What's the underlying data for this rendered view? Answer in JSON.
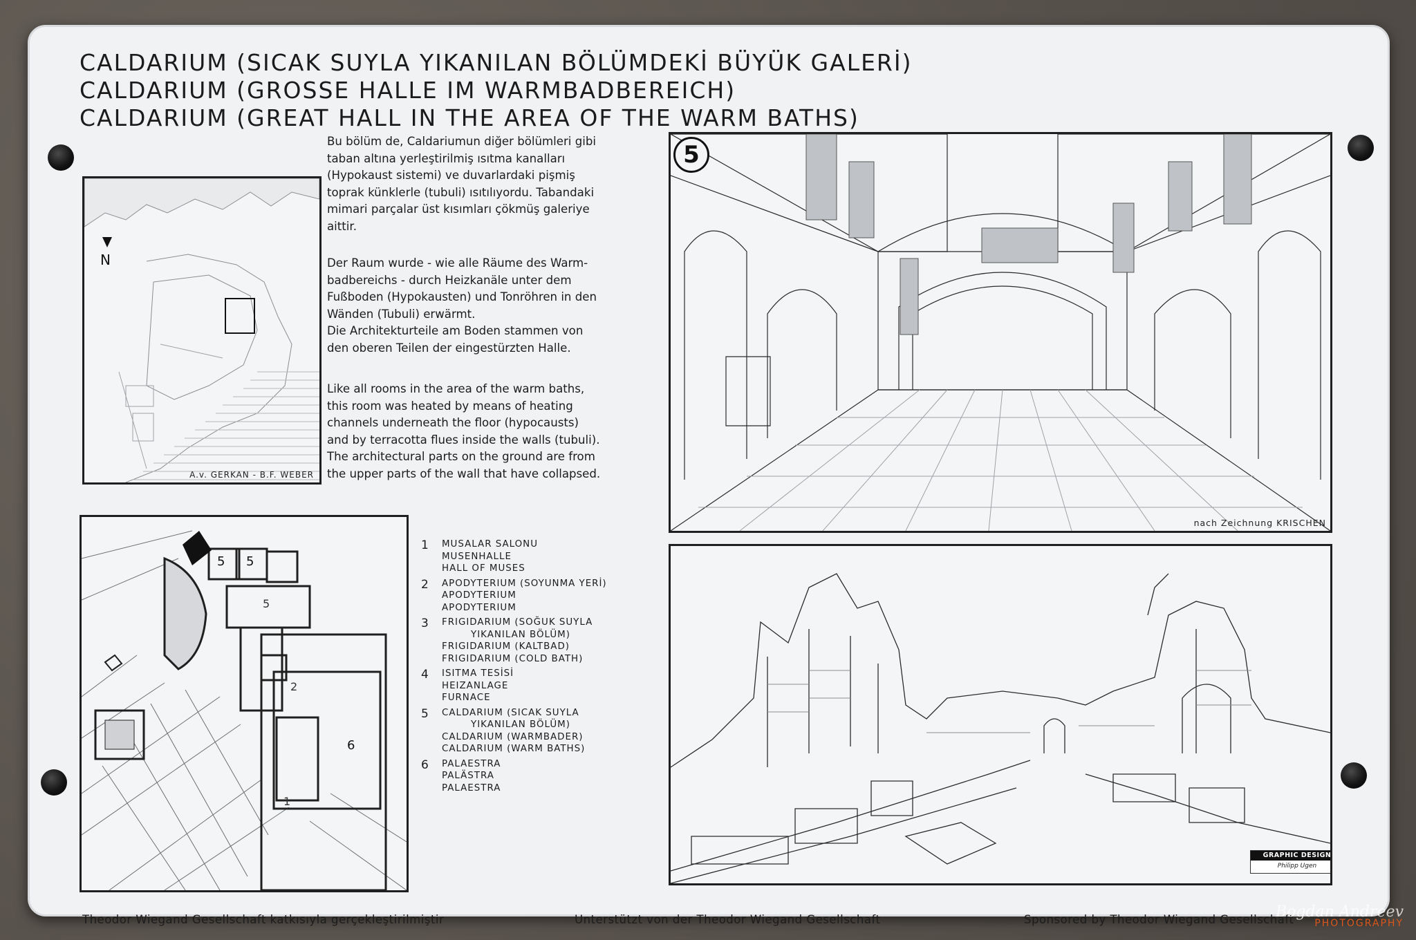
{
  "titles": {
    "turkish": "CALDARIUM (SICAK SUYLA YIKANILAN BÖLÜMDEKİ BÜYÜK GALERİ)",
    "german": "CALDARIUM (GROSSE HALLE IM WARMBADBEREICH)",
    "english": "CALDARIUM (GREAT HALL IN THE AREA OF THE WARM BATHS)"
  },
  "paragraphs": {
    "turkish": "Bu bölüm de, Caldariumun diğer bölümleri gibi\ntaban altına yerleştirilmiş ısıtma kanalları\n(Hypokaust sistemi) ve duvarlardaki pişmiş\ntoprak künklerle (tubuli) ısıtılıyordu. Tabandaki\nmimari parçalar üst kısımları çökmüş galeriye\naittir.",
    "german": "Der Raum wurde - wie alle Räume des Warm-\nbadbereichs - durch Heizkanäle unter dem\nFußboden (Hypokausten) und Tonröhren in den\nWänden (Tubuli) erwärmt.\nDie Architekturteile am Boden stammen von\nden oberen Teilen der eingestürzten Halle.",
    "english": "Like all rooms in the area of the warm baths,\nthis room was heated by means of heating\nchannels underneath the floor (hypocausts)\nand by terracotta flues inside the walls (tubuli).\nThe architectural parts on the ground are from\nthe upper parts of the wall that have collapsed."
  },
  "site_map": {
    "north_label": "N",
    "credit": "A.v. GERKAN - B.F. WEBER"
  },
  "plan": {
    "room_labels": [
      "5",
      "5",
      "5",
      "2",
      "6",
      "1"
    ]
  },
  "legend": [
    {
      "number": "1",
      "lines": [
        "MUSALAR SALONU",
        "MUSENHALLE",
        "HALL OF MUSES"
      ]
    },
    {
      "number": "2",
      "lines": [
        "APODYTERIUM (SOYUNMA YERİ)",
        "APODYTERIUM",
        "APODYTERIUM"
      ]
    },
    {
      "number": "3",
      "lines": [
        "FRIGIDARIUM (SOĞUK SUYLA",
        "        YIKANILAN BÖLÜM)",
        "FRIGIDARIUM (KALTBAD)",
        "FRIGIDARIUM (COLD BATH)"
      ]
    },
    {
      "number": "4",
      "lines": [
        "ISITMA TESİSİ",
        "HEIZANLAGE",
        "FURNACE"
      ]
    },
    {
      "number": "5",
      "lines": [
        "CALDARIUM (SICAK SUYLA",
        "        YIKANILAN BÖLÜM)",
        "CALDARIUM (WARMBADER)",
        "CALDARIUM (WARM BATHS)"
      ]
    },
    {
      "number": "6",
      "lines": [
        "PALAESTRA",
        "PALÄSTRA",
        "PALAESTRA"
      ]
    }
  ],
  "reconstruction": {
    "badge": "5",
    "credit": "nach Zeichnung KRISCHEN"
  },
  "graphic_design": {
    "label": "GRAPHIC DESIGN",
    "name": "Philipp Ugen"
  },
  "footer": {
    "turkish": "Theodor Wiegand Gesellschaft katkısıyla gerçekleştirilmiştir",
    "german": "Unterstützt von der Theodor Wiegand Gesellschaft",
    "english": "Sponsored by Theodor Wiegand Gesellschaft"
  },
  "watermark": {
    "signature": "Bogdan Andreev",
    "subtitle": "PHOTOGRAPHY"
  }
}
